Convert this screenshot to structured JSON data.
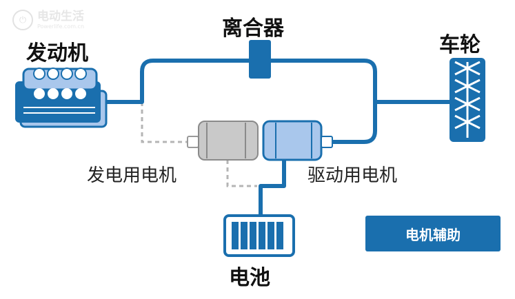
{
  "watermark": {
    "icon": "power-icon",
    "name": "电动生活",
    "url": "Powerlife.com.cn"
  },
  "components": {
    "engine": "发动机",
    "clutch": "离合器",
    "wheel": "车轮",
    "generator_motor": "发电用电机",
    "drive_motor": "驱动用电机",
    "battery": "电池"
  },
  "mode_badge": "电机辅助",
  "colors": {
    "primary_blue": "#1a6fae",
    "light_blue": "#a9c7ec",
    "motor_gray": "#c9c9c9",
    "inactive_line": "#b5b5b5"
  },
  "icons": {
    "engine": "engine-icon",
    "clutch": "clutch-icon",
    "wheel": "tire-icon",
    "generator": "motor-icon",
    "drive": "motor-icon",
    "battery": "battery-icon"
  }
}
